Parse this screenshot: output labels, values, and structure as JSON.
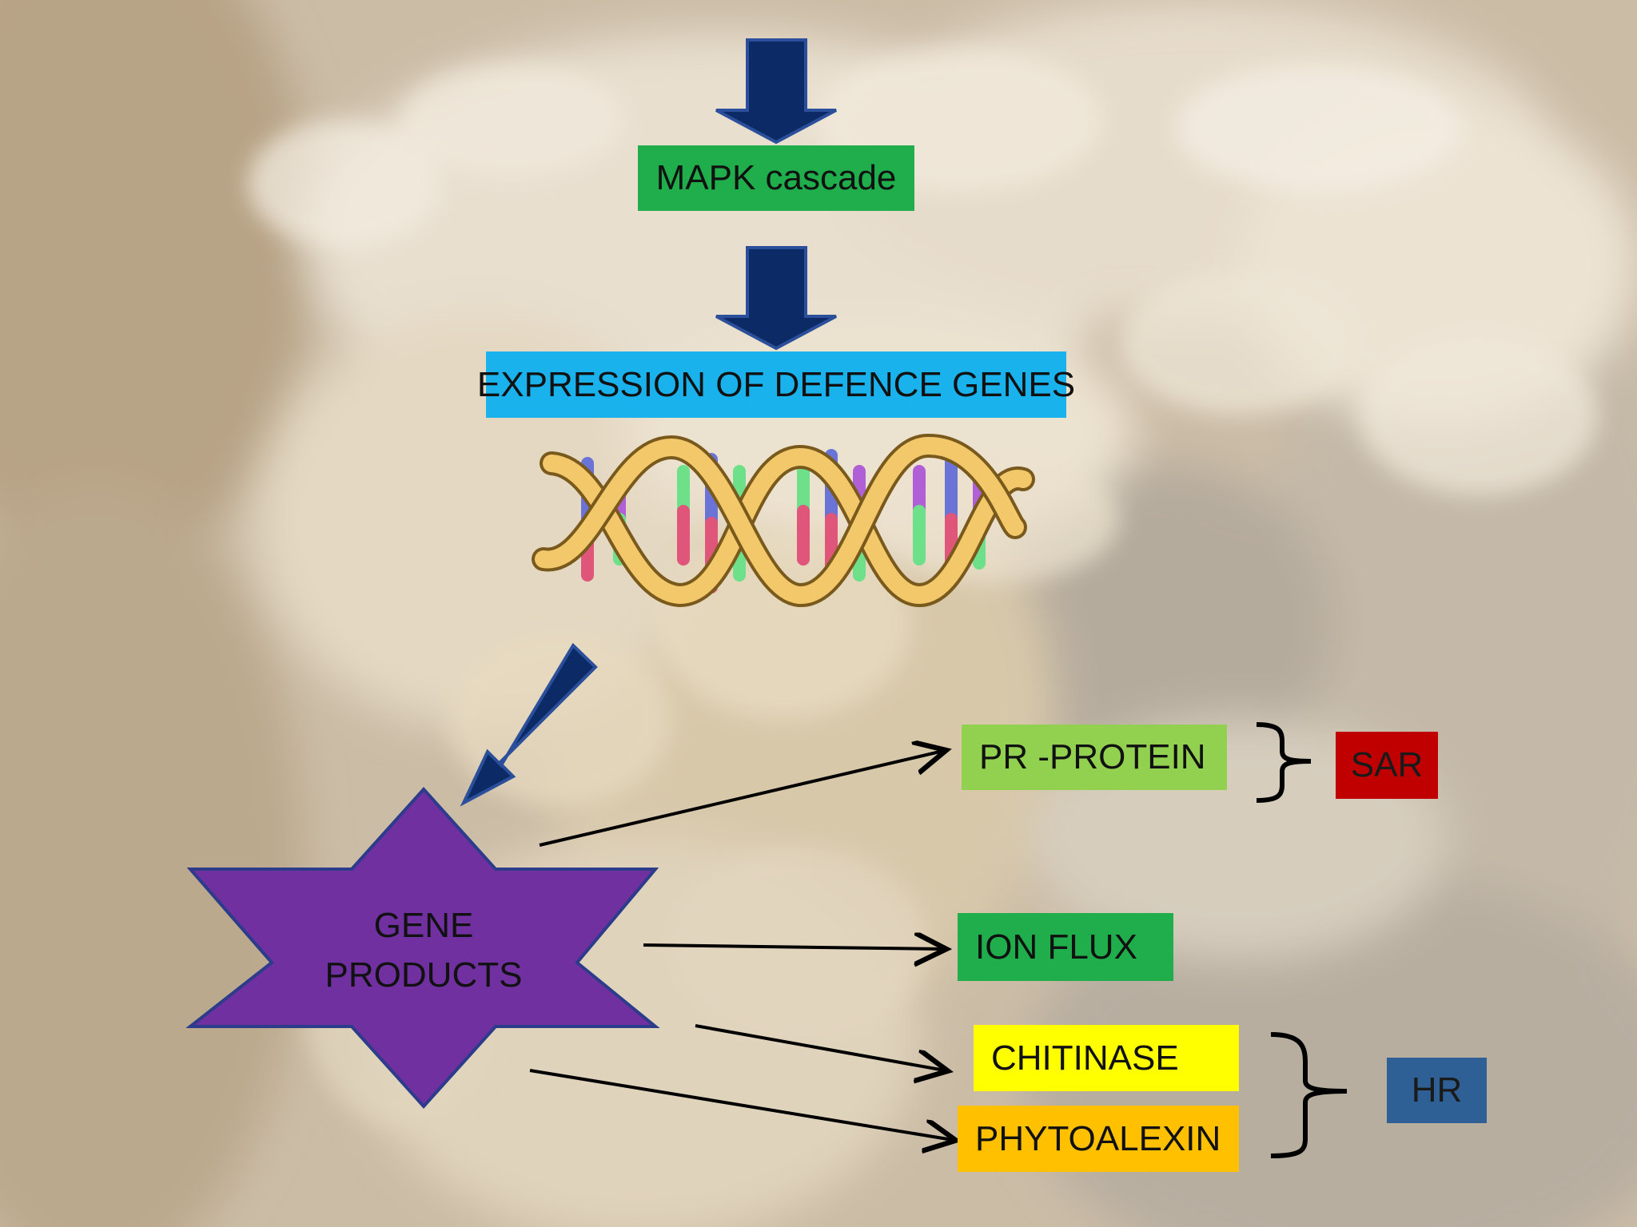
{
  "slide": {
    "mapk_label": "MAPK cascade",
    "expression_label": "EXPRESSION OF DEFENCE GENES",
    "gene_products": [
      "GENE",
      "PRODUCTS"
    ],
    "pr_protein_label": "PR -PROTEIN",
    "ion_flux_label": "ION FLUX",
    "chitinase_label": "CHITINASE",
    "phytoalexin_label": "PHYTOALEXIN",
    "sar_label": "SAR",
    "hr_label": "HR"
  },
  "colors": {
    "down_arrow": "#0c2a66",
    "gene_star": "#7030a0",
    "mapk_box": "#1fae4b",
    "expression_box": "#1ab2ec",
    "pr_protein_box": "#92d050",
    "ion_flux_box": "#1fae4b",
    "chitinase_box": "#ffff00",
    "phytoalexin_box": "#ffc000",
    "sar_box": "#c00000",
    "hr_box": "#2e5f95",
    "dna_backbone": "#f2c86a"
  },
  "icons": {
    "dna": "dna-double-helix-icon",
    "arrow": "down-arrow-icon"
  }
}
